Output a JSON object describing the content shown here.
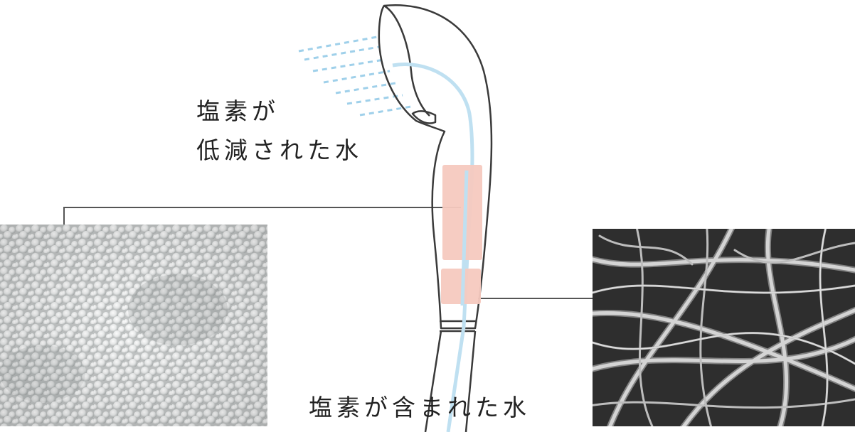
{
  "labels": {
    "top_line1": "塩素が",
    "top_line2": "低減された水",
    "bottom": "塩素が含まれた水"
  },
  "images": {
    "left": "granular-filter-media-photo",
    "right": "fiber-filter-microscope-photo",
    "device": "shower-head-illustration"
  },
  "colors": {
    "water": "#bfe0f1",
    "filter": "#f6c9bf",
    "outline": "#3a3a3a",
    "leader": "#555555",
    "spray": "#9fd0ea"
  }
}
